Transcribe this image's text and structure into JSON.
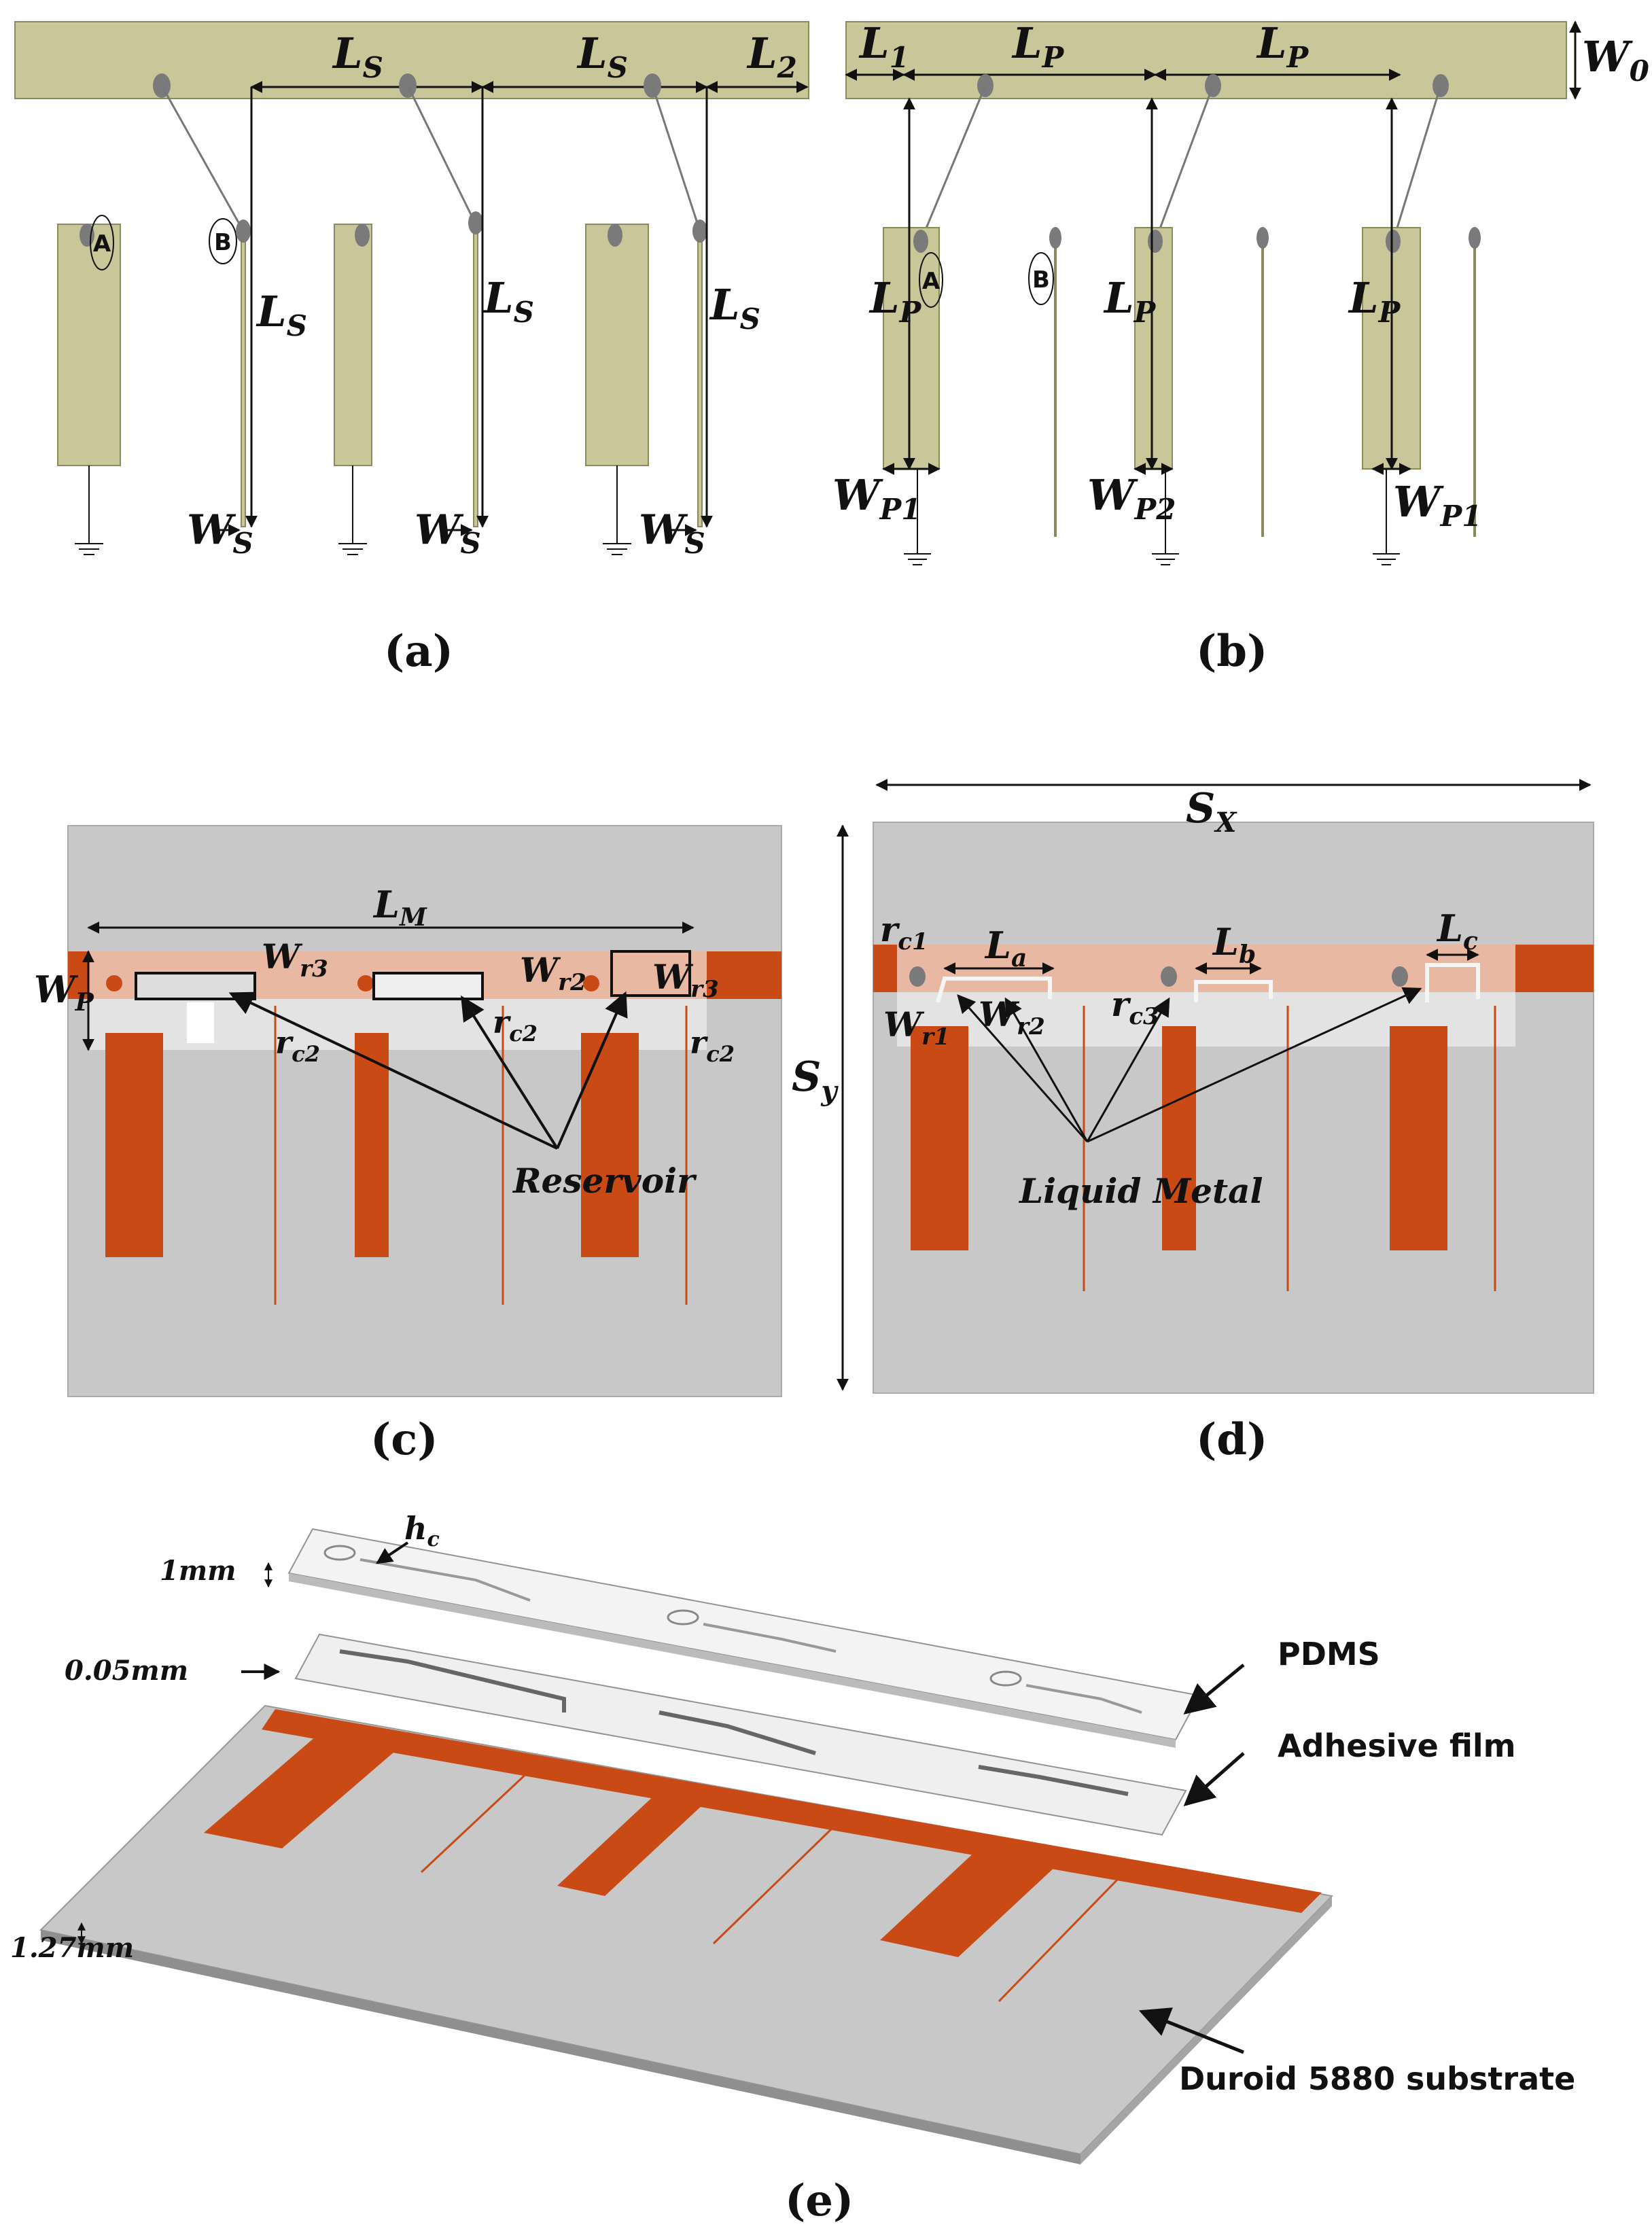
{
  "colors": {
    "feed": "#c9c79a",
    "feed_stroke": "#8a8a5a",
    "copper": "#c94a15",
    "copper_light": "#e9b8a3",
    "substrate": "#c8c8c8",
    "substrate_side": "#8f8f8f",
    "channel": "#ececec",
    "via": "#7a7a7a"
  },
  "panels": {
    "a": {
      "caption": "(a)",
      "labels": {
        "ls_top": [
          "L",
          "S"
        ],
        "l2": [
          "L",
          "2"
        ],
        "ls_side": [
          "L",
          "S"
        ],
        "ws": [
          "W",
          "S"
        ],
        "circle_a": "A",
        "circle_b": "B"
      }
    },
    "b": {
      "caption": "(b)",
      "labels": {
        "l1": [
          "L",
          "1"
        ],
        "lp": [
          "L",
          "P"
        ],
        "w0": [
          "W",
          "0"
        ],
        "wp1": [
          "W",
          "P1"
        ],
        "wp2": [
          "W",
          "P2"
        ],
        "circle_a": "A",
        "circle_b": "B"
      }
    },
    "c": {
      "caption": "(c)",
      "labels": {
        "lm": [
          "L",
          "M"
        ],
        "wp": [
          "W",
          "P"
        ],
        "wr3": [
          "W",
          "r3"
        ],
        "wr2": [
          "W",
          "r2"
        ],
        "rc2": [
          "r",
          "c2"
        ],
        "reservoir": "Reservoir"
      }
    },
    "d": {
      "caption": "(d)",
      "labels": {
        "sx": [
          "S",
          "X"
        ],
        "sy": [
          "S",
          "y"
        ],
        "rc1": [
          "r",
          "c1"
        ],
        "la": [
          "L",
          "a"
        ],
        "lb": [
          "L",
          "b"
        ],
        "lc": [
          "L",
          "c"
        ],
        "wr1": [
          "W",
          "r1"
        ],
        "wr2": [
          "W",
          "r2"
        ],
        "rc3": [
          "r",
          "c3"
        ],
        "liquid_metal": "Liquid Metal"
      }
    },
    "e": {
      "caption": "(e)",
      "labels": {
        "hc": [
          "h",
          "c"
        ],
        "t_pdms": "1mm",
        "t_adhesive": "0.05mm",
        "t_substrate": "1.27mm",
        "pdms": "PDMS",
        "adhesive": "Adhesive film",
        "substrate": "Duroid 5880 substrate"
      }
    }
  }
}
